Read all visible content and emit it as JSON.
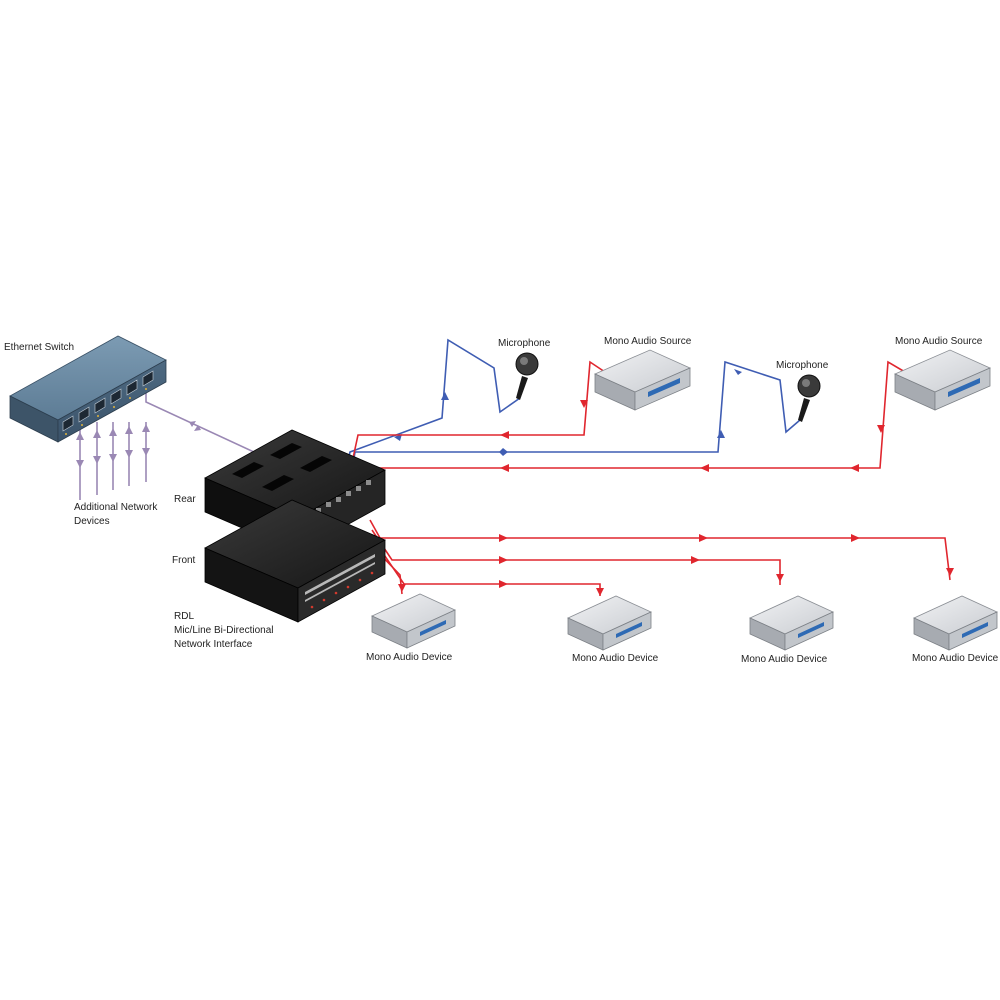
{
  "labels": {
    "ethernet_switch": "Ethernet Switch",
    "additional_line1": "Additional Network",
    "additional_line2": "Devices",
    "rear": "Rear",
    "front": "Front",
    "rdl_line1": "RDL",
    "rdl_line2": "Mic/Line Bi-Directional",
    "rdl_line3": "Network Interface",
    "microphone_1": "Microphone",
    "microphone_2": "Microphone",
    "mono_source_1": "Mono Audio Source",
    "mono_source_2": "Mono Audio Source",
    "mono_device_1": "Mono Audio Device",
    "mono_device_2": "Mono Audio Device",
    "mono_device_3": "Mono Audio Device",
    "mono_device_4": "Mono Audio Device"
  },
  "colors": {
    "background": "#ffffff",
    "network_line": "#9a88b4",
    "mic_line": "#3f5db3",
    "audio_line": "#e0262e",
    "switch_body": "#5a7a92",
    "unit_body": "#1c1c1c",
    "device_body": "#d9dce0",
    "device_panel": "#2e6ab4"
  },
  "icons": {
    "switch": "ethernet-switch-icon",
    "interface": "rdl-interface-icon",
    "microphone": "microphone-icon",
    "source": "audio-source-icon",
    "device": "audio-device-icon"
  }
}
